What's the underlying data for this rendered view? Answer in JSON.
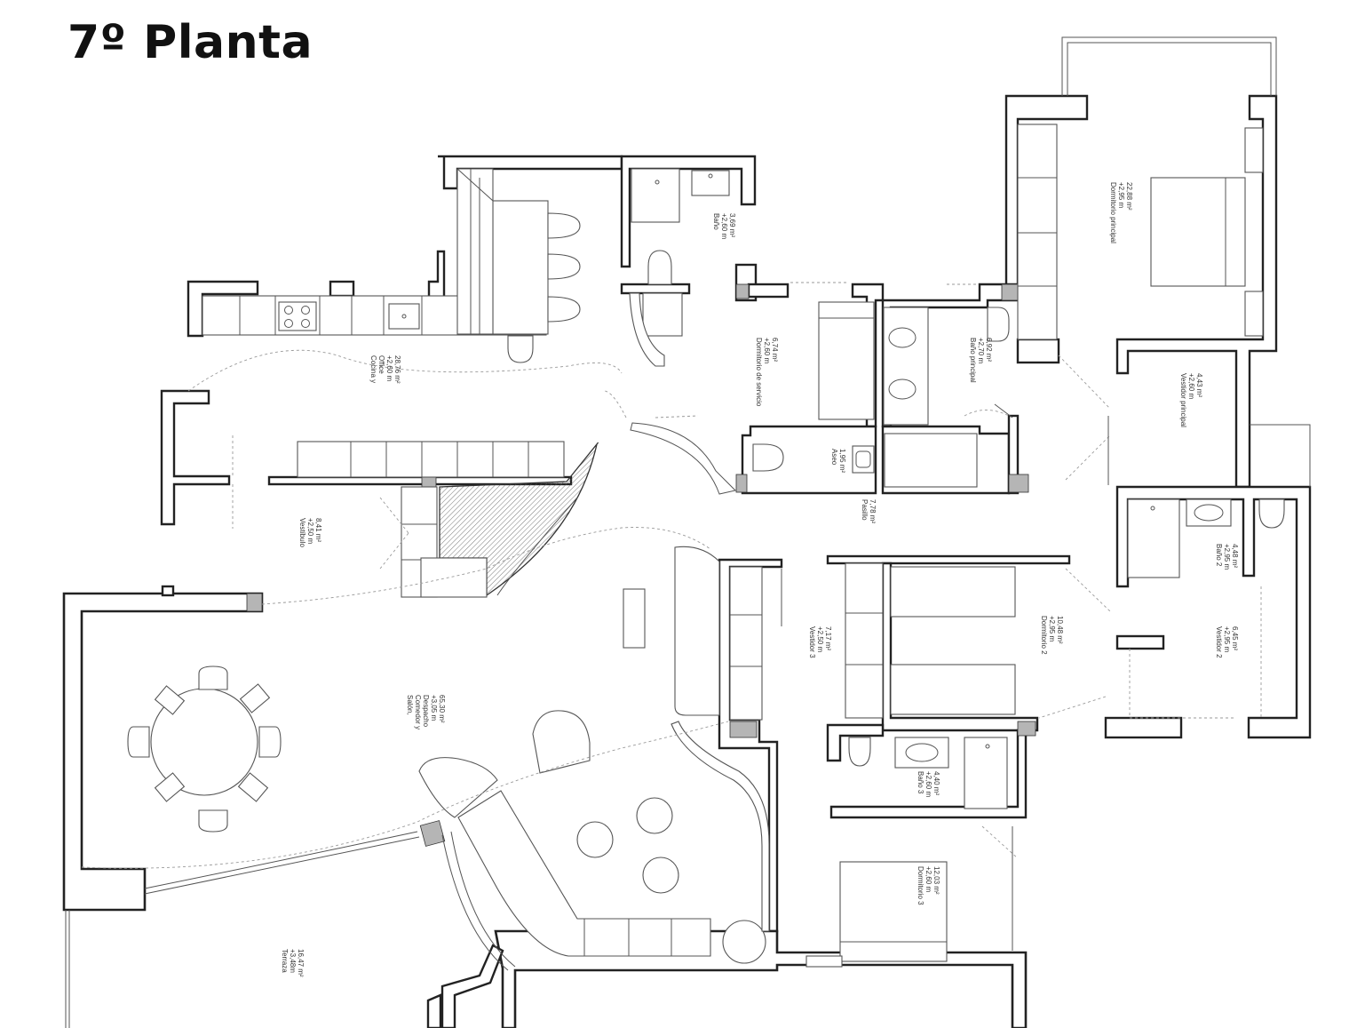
{
  "title": "7º Planta",
  "rooms": [
    {
      "id": "cocina",
      "lines": [
        "Cocina y",
        "Office",
        "+2,60 m",
        "28,76 m²"
      ]
    },
    {
      "id": "bano",
      "lines": [
        "Baño",
        "+2,60 m",
        "3,69 m²"
      ]
    },
    {
      "id": "dorm-servicio",
      "lines": [
        "Dormitorio de servicio",
        "+2,60 m",
        "6,74 m²"
      ]
    },
    {
      "id": "bano-principal",
      "lines": [
        "Baño principal",
        "+2,70 m",
        "6,92 m²"
      ]
    },
    {
      "id": "dorm-principal",
      "lines": [
        "Dormitorio principal",
        "+2,95 m",
        "22,88 m²"
      ]
    },
    {
      "id": "vestidor-principal",
      "lines": [
        "Vestidor principal",
        "+2,60 m",
        "4,43 m²"
      ]
    },
    {
      "id": "aseo",
      "lines": [
        "Aseo",
        "1,95 m²"
      ]
    },
    {
      "id": "pasillo",
      "lines": [
        "Pasillo",
        "7,78 m²"
      ]
    },
    {
      "id": "vestibulo",
      "lines": [
        "Vestíbulo",
        "+2,50 m",
        "8,41 m²"
      ]
    },
    {
      "id": "bano-2",
      "lines": [
        "Baño 2",
        "+2,95 m",
        "4,48 m²"
      ]
    },
    {
      "id": "vestidor-2",
      "lines": [
        "Vestidor 2",
        "+2,95 m",
        "6,45 m²"
      ]
    },
    {
      "id": "dorm-2",
      "lines": [
        "Dormitorio 2",
        "+2,95 m",
        "10,48 m²"
      ]
    },
    {
      "id": "vestidor-3",
      "lines": [
        "Vestidor 3",
        "+2,50 m",
        "7,17 m²"
      ]
    },
    {
      "id": "salon",
      "lines": [
        "Salón,",
        "Comedor y",
        "Despacho",
        "+3,05 m",
        "65,30 m²"
      ]
    },
    {
      "id": "bano-3",
      "lines": [
        "Baño 3",
        "+2,60 m",
        "4,40 m²"
      ]
    },
    {
      "id": "dorm-3",
      "lines": [
        "Dormitorio 3",
        "+2,60 m",
        "12,03 m²"
      ]
    },
    {
      "id": "terraza",
      "lines": [
        "Terraza",
        "+3,48m",
        "16,47 m²"
      ]
    }
  ]
}
